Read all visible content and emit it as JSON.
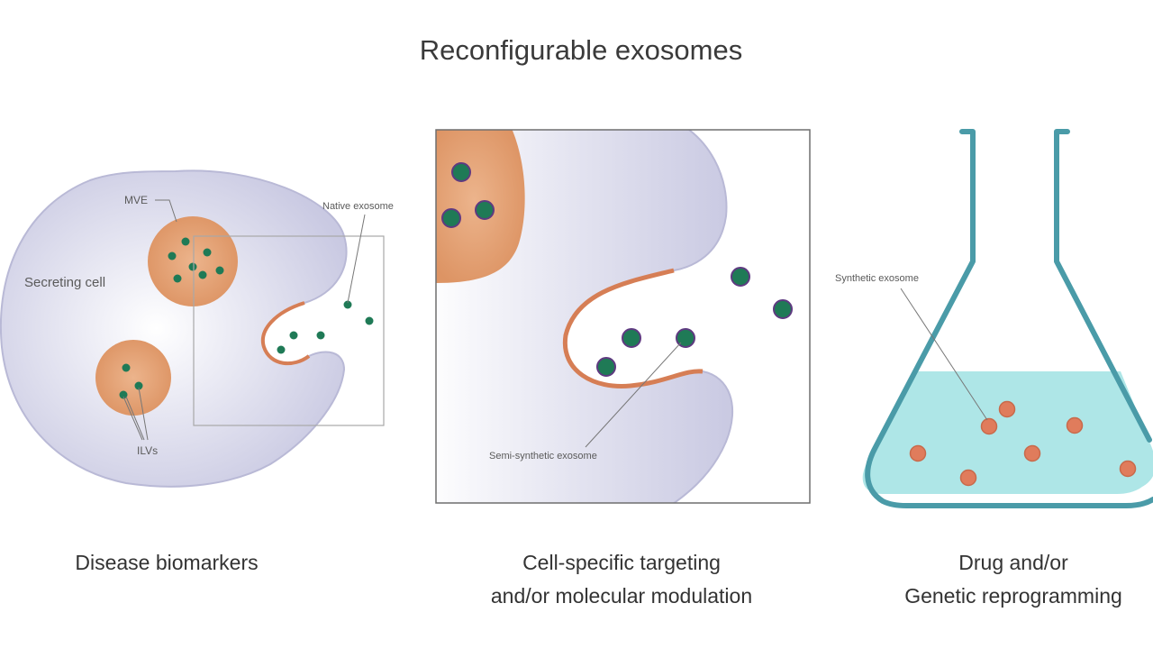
{
  "title": "Reconfigurable exosomes",
  "panels": {
    "left": {
      "caption": [
        "Disease biomarkers"
      ],
      "labels": {
        "mve": "MVE",
        "secreting_cell": "Secreting cell",
        "native_exosome": "Native exosome",
        "ilvs": "ILVs"
      }
    },
    "middle": {
      "caption": [
        "Cell-specific targeting",
        "and/or molecular modulation"
      ],
      "labels": {
        "semi_synthetic_exosome": "Semi-synthetic exosome"
      }
    },
    "right": {
      "caption": [
        "Drug and/or",
        "Genetic reprogramming"
      ],
      "labels": {
        "synthetic_exosome": "Synthetic exosome"
      }
    }
  },
  "colors": {
    "cell_fill": "#cfcfe6",
    "cell_edge": "#ababcf",
    "mve_fill": "#e2a173",
    "membrane": "#d67e55",
    "exosome": "#1f7a56",
    "exosome_edge": "#5e3a80",
    "liquid": "#aee6e7",
    "flask_outline": "#4a9ba8",
    "synthetic_exosome": "#e07c5c"
  }
}
